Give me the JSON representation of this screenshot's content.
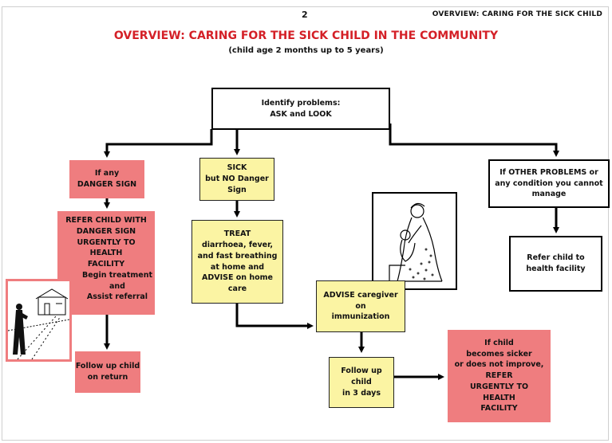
{
  "header": {
    "page_number": "2",
    "running_title": "OVERVIEW: CARING FOR THE SICK CHILD"
  },
  "title": "OVERVIEW: CARING FOR THE SICK CHILD IN THE COMMUNITY",
  "subtitle": "(child age 2 months up to 5 years)",
  "boxes": {
    "identify": {
      "line1": "Identify problems:",
      "line2": "ASK and LOOK"
    },
    "danger": {
      "line1": "If any",
      "line2": "DANGER SIGN"
    },
    "refer_danger": {
      "lines": [
        "REFER CHILD WITH",
        "DANGER SIGN",
        "URGENTLY TO",
        "HEALTH",
        "FACILITY"
      ],
      "line6": "Begin treatment",
      "line7": "and",
      "line8": "Assist referral"
    },
    "follow_return": {
      "line1": "Follow up child",
      "line2": "on return"
    },
    "sick_no_danger": {
      "line1": "SICK",
      "line2": "but NO Danger",
      "line3": "Sign"
    },
    "treat": {
      "lines": [
        "TREAT",
        "diarrhoea, fever,",
        "and fast breathing",
        "at home and",
        "ADVISE on home",
        "care"
      ]
    },
    "advise_immunization": {
      "line1": "ADVISE caregiver",
      "line2": "on",
      "line3": "immunization"
    },
    "follow_3days": {
      "line1": "Follow up child",
      "line2": "in 3 days"
    },
    "sicker": {
      "lines": [
        "If child",
        "becomes sicker",
        "or does not improve,",
        "REFER",
        "URGENTLY TO",
        "HEALTH",
        "FACILITY"
      ]
    },
    "other_problems": {
      "line1": "If OTHER PROBLEMS or",
      "line2": "any condition you cannot",
      "line3": "manage"
    },
    "refer_facility": {
      "line1": "Refer child to",
      "line2": "health facility"
    }
  },
  "colors": {
    "title_red": "#d42027",
    "danger_pink": "#ef7d7f",
    "treat_yellow": "#fbf4a3"
  }
}
